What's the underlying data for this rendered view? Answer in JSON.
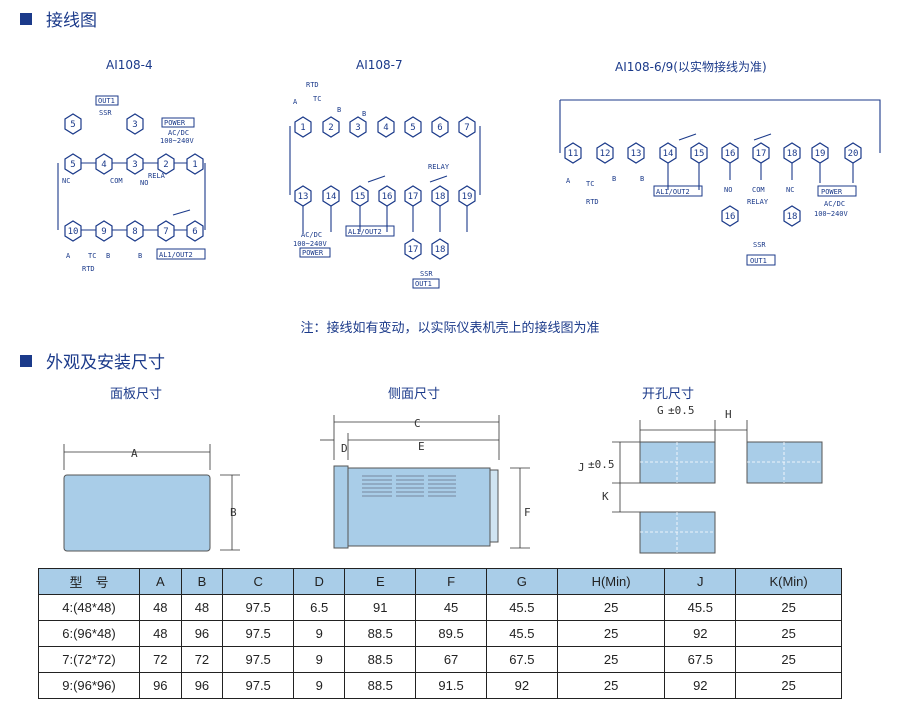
{
  "sections": {
    "wiring_title": "接线图",
    "dimensions_title": "外观及安装尺寸"
  },
  "wiring": {
    "ai1084": {
      "title": "AI108-4",
      "out1": "OUT1",
      "ssr": "SSR",
      "t5": "5",
      "t3": "3",
      "power": "POWER",
      "acdc": "AC/DC",
      "volt": "100~240V",
      "nc": "NC",
      "com": "COM",
      "relay": "RELA",
      "no": "NO",
      "t1": "1",
      "t2": "2",
      "t4": "4",
      "t6": "6",
      "t7": "7",
      "t8": "8",
      "t9": "9",
      "t10": "10",
      "a": "A",
      "b": "B",
      "tc": "TC",
      "rtd": "RTD",
      "al1": "AL1/OUT2"
    },
    "ai1087": {
      "title": "AI108-7",
      "rtd": "RTD",
      "tc": "TC",
      "a": "A",
      "b": "B",
      "top": [
        "1",
        "2",
        "3",
        "4",
        "5",
        "6",
        "7"
      ],
      "bottom": [
        "13",
        "14",
        "15",
        "16",
        "17",
        "18",
        "19"
      ],
      "relay": "RELAY",
      "acdc": "AC/DC",
      "volt": "100~240V",
      "power": "POWER",
      "al1": "AL1/OUT2",
      "t17": "17",
      "t18": "18",
      "ssr": "SSR",
      "out1": "OUT1"
    },
    "ai10869": {
      "title": "AI108-6/9(以实物接线为准)",
      "terminals": [
        "11",
        "12",
        "13",
        "14",
        "15",
        "16",
        "17",
        "18",
        "19",
        "20"
      ],
      "a": "A",
      "b": "B",
      "tc": "TC",
      "rtd": "RTD",
      "al1": "AL1/OUT2",
      "no": "NO",
      "com": "COM",
      "nc": "NC",
      "relay": "RELAY",
      "power": "POWER",
      "acdc": "AC/DC",
      "volt": "100~240V",
      "t16": "16",
      "t18": "18",
      "ssr": "SSR",
      "out1": "OUT1"
    },
    "note": "注：接线如有变动，以实际仪表机壳上的接线图为准"
  },
  "dimensions": {
    "panel_title": "面板尺寸",
    "side_title": "侧面尺寸",
    "cutout_title": "开孔尺寸",
    "a": "A",
    "b": "B",
    "c": "C",
    "d": "D",
    "e": "E",
    "f": "F",
    "g": "G",
    "g_tol": "±0.5",
    "h": "H",
    "j": "J",
    "j_tol": "±0.5",
    "k": "K"
  },
  "table": {
    "headers": [
      "型　号",
      "A",
      "B",
      "C",
      "D",
      "E",
      "F",
      "G",
      "H(Min)",
      "J",
      "K(Min)"
    ],
    "rows": [
      [
        "4:(48*48)",
        "48",
        "48",
        "97.5",
        "6.5",
        "91",
        "45",
        "45.5",
        "25",
        "45.5",
        "25"
      ],
      [
        "6:(96*48)",
        "48",
        "96",
        "97.5",
        "9",
        "88.5",
        "89.5",
        "45.5",
        "25",
        "92",
        "25"
      ],
      [
        "7:(72*72)",
        "72",
        "72",
        "97.5",
        "9",
        "88.5",
        "67",
        "67.5",
        "25",
        "67.5",
        "25"
      ],
      [
        "9:(96*96)",
        "96",
        "96",
        "97.5",
        "9",
        "88.5",
        "91.5",
        "92",
        "25",
        "92",
        "25"
      ]
    ]
  },
  "colors": {
    "accent": "#1b3a8a",
    "panel_fill": "#a9cde8",
    "table_header": "#a9cde8"
  }
}
